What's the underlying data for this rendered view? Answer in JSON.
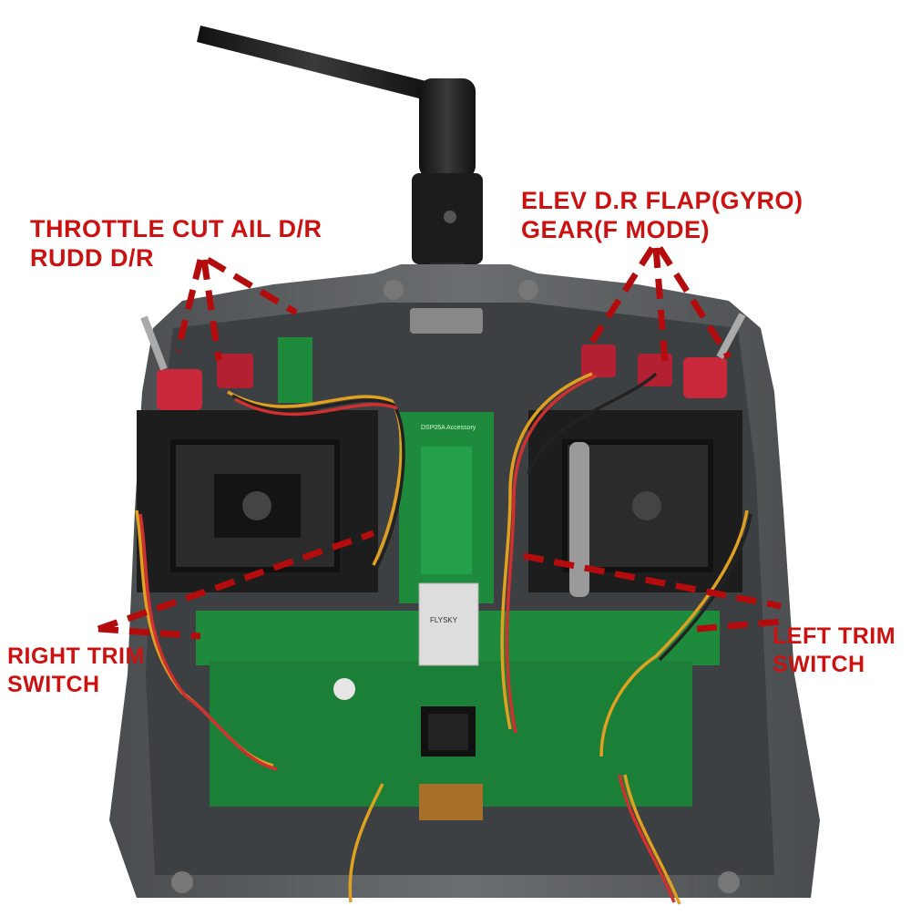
{
  "colors": {
    "label": "#cc1111",
    "pointer": "#b40c0c",
    "case": "#5d6062",
    "pcb": "#1e8a3c"
  },
  "labels": {
    "top_left": {
      "line1": "THROTTLE CUT AIL D/R",
      "line2": "RUDD D/R"
    },
    "top_right": {
      "line1": "ELEV D.R  FLAP(GYRO)",
      "line2": "GEAR(F MODE)"
    },
    "bottom_left": {
      "line1": "RIGHT TRIM",
      "line2": "SWITCH"
    },
    "bottom_right": {
      "line1": "LEFT TRIM",
      "line2": "SWITCH"
    }
  },
  "pcb_text": {
    "accessory": "DSP05A Accessory",
    "module": "FLYSKY"
  }
}
